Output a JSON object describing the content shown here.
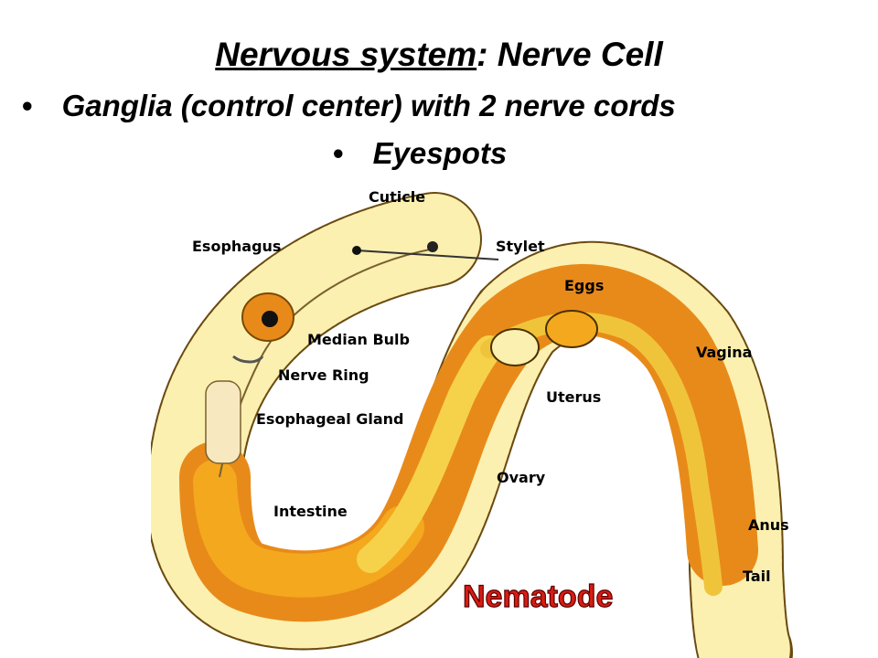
{
  "slide": {
    "title_underlined": "Nervous system",
    "title_rest": ": Nerve Cell",
    "bullets": [
      "Ganglia (control center) with 2 nerve cords",
      "Eyespots"
    ],
    "bullet_glyph": "•"
  },
  "diagram": {
    "labels": {
      "cuticle": "Cuticle",
      "esophagus": "Esophagus",
      "stylet": "Stylet",
      "eggs": "Eggs",
      "median_bulb": "Median Bulb",
      "vagina": "Vagina",
      "nerve_ring": "Nerve Ring",
      "uterus": "Uterus",
      "esophageal_gland": "Esophageal Gland",
      "ovary": "Ovary",
      "intestine": "Intestine",
      "anus": "Anus",
      "tail": "Tail"
    },
    "caption": "Nematode",
    "colors": {
      "cuticle": "#fbf0b0",
      "body_orange": "#e88a1a",
      "intestine": "#f4a81e",
      "ovary": "#f6d24a",
      "caption_red": "#d81c12"
    }
  }
}
